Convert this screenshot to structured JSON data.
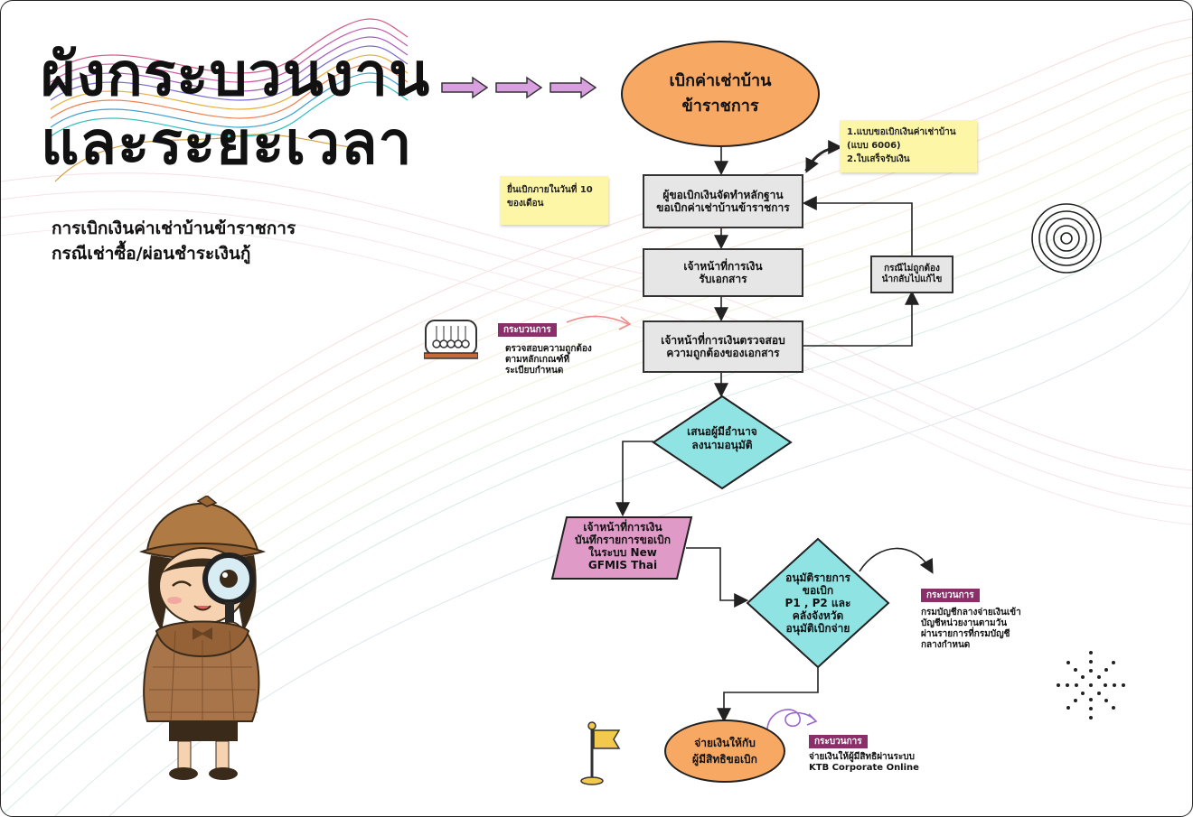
{
  "title": {
    "line1": "ผังกระบวนงาน",
    "line2": "และระยะเวลา"
  },
  "subtitle": {
    "line1": "การเบิกเงินค่าเช่าบ้านข้าราชการ",
    "line2": "กรณีเช่าซื้อ/ผ่อนชำระเงินกู้"
  },
  "start": {
    "line1": "เบิกค่าเช่าบ้าน",
    "line2": "ข้าราชการ"
  },
  "note_forms": {
    "line1": "1.แบบขอเบิกเงินค่าเช่าบ้าน",
    "line2": "(แบบ 6006)",
    "line3": "2.ใบเสร็จรับเงิน"
  },
  "note_deadline": {
    "line1": "ยื่นเบิกภายในวันที่ 10",
    "line2": "ของเดือน"
  },
  "step1": {
    "line1": "ผู้ขอเบิกเงินจัดทำหลักฐาน",
    "line2": "ขอเบิกค่าเช่าบ้านข้าราชการ"
  },
  "step2": {
    "line1": "เจ้าหน้าที่การเงิน",
    "line2": "รับเอกสาร"
  },
  "step3": {
    "line1": "เจ้าหน้าที่การเงินตรวจสอบ",
    "line2": "ความถูกต้องของเอกสาร"
  },
  "correction": {
    "line1": "กรณีไม่ถูกต้อง",
    "line2": "นำกลับไปแก้ไข"
  },
  "process1": {
    "tag": "กระบวนการ",
    "line1": "ตรวจสอบความถูกต้อง",
    "line2": "ตามหลักเกณฑ์ที่",
    "line3": "ระเบียบกำหนด"
  },
  "decision1": {
    "line1": "เสนอผู้มีอำนาจ",
    "line2": "ลงนามอนุมัติ"
  },
  "record": {
    "line1": "เจ้าหน้าที่การเงิน",
    "line2": "บันทึกรายการขอเบิก",
    "line3": "ในระบบ New",
    "line4": "GFMIS Thai"
  },
  "decision2": {
    "line1": "อนุมัติรายการ",
    "line2": "ขอเบิก",
    "line3": "P1 , P2 และ",
    "line4": "คลังจังหวัด",
    "line5": "อนุมัติเบิกจ่าย"
  },
  "process2": {
    "tag": "กระบวนการ",
    "line1": "กรมบัญชีกลางจ่ายเงินเข้า",
    "line2": "บัญชีหน่วยงานตามวัน",
    "line3": "ผ่านรายการที่กรมบัญชี",
    "line4": "กลางกำหนด"
  },
  "end": {
    "line1": "จ่ายเงินให้กับ",
    "line2": "ผู้มีสิทธิขอเบิก"
  },
  "process3": {
    "tag": "กระบวนการ",
    "line1": "จ่ายเงินให้ผู้มีสิทธิผ่านระบบ",
    "line2": "KTB Corporate Online"
  },
  "colors": {
    "start": "#f7a862",
    "step": "#e6e6e6",
    "decision": "#8fe3e3",
    "record": "#e09ac8",
    "note": "#fdf6a6",
    "tag": "#8a2f6a",
    "arrow_fill": "#d9a0e0"
  }
}
